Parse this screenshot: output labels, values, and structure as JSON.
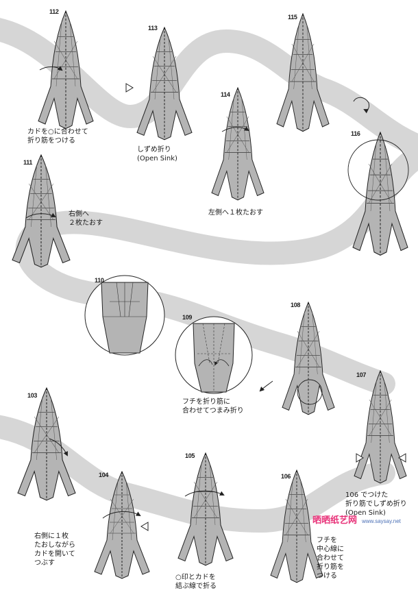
{
  "steps": [
    {
      "id": "s112",
      "number": "112",
      "caption": "カドを○に合わせて\n折り筋をつける"
    },
    {
      "id": "s113",
      "number": "113",
      "caption": "しずめ折り\n(Open Sink)"
    },
    {
      "id": "s114",
      "number": "114",
      "caption": "左側へ１枚たおす"
    },
    {
      "id": "s115",
      "number": "115",
      "caption": ""
    },
    {
      "id": "s116",
      "number": "116",
      "caption": ""
    },
    {
      "id": "s111",
      "number": "111",
      "caption": "右側へ\n２枚たおす"
    },
    {
      "id": "s110",
      "number": "110",
      "caption": ""
    },
    {
      "id": "s109",
      "number": "109",
      "caption": "フチを折り筋に\n合わせてつまみ折り"
    },
    {
      "id": "s108",
      "number": "108",
      "caption": ""
    },
    {
      "id": "s107",
      "number": "107",
      "caption": "106 でつけた\n折り筋でしずめ折り\n(Open Sink)"
    },
    {
      "id": "s103",
      "number": "103",
      "caption": ""
    },
    {
      "id": "s104",
      "number": "104",
      "caption": "右側に１枚\nたおしながら\nカドを開いて\nつぶす"
    },
    {
      "id": "s105",
      "number": "105",
      "caption": "○印とカドを\n結ぶ線で折る"
    },
    {
      "id": "s106",
      "number": "106",
      "caption": "フチを\n中心線に\n合わせて\n折り筋を\nつける"
    }
  ],
  "watermark": {
    "site_name": "晒晒纸艺网",
    "url": "www.saysay.net"
  },
  "colors": {
    "paper": "#b4b4b4",
    "line": "#222222",
    "band": "#d6d6d6",
    "ink": "#1a1a1a",
    "accent": "#e8347a"
  }
}
